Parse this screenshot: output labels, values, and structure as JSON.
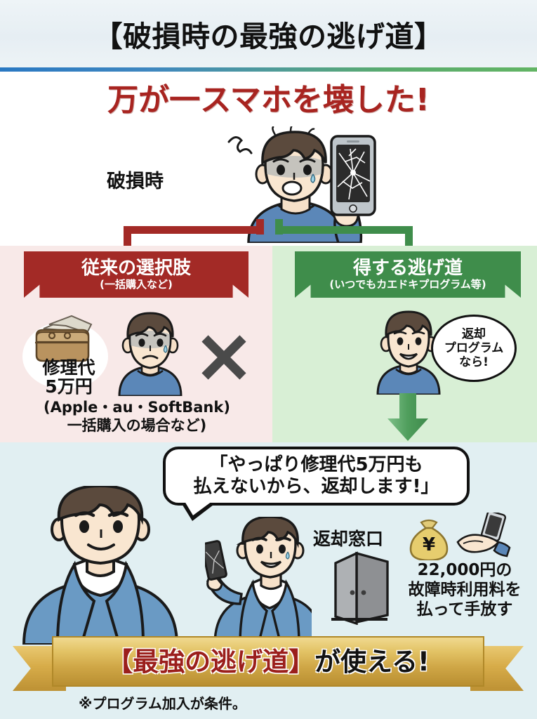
{
  "header": {
    "title": "【破損時の最強の逃げ道】",
    "divider_color_start": "#2a78c2",
    "divider_color_end": "#62b464"
  },
  "headline": {
    "text": "万が一スマホを壊した!",
    "color": "#a82420"
  },
  "top_section": {
    "damage_label": "破損時",
    "character_icon": "worried-person-with-cracked-phone-icon"
  },
  "comparison": {
    "left": {
      "ribbon_title": "従来の選択肢",
      "ribbon_subtitle": "(一括購入など)",
      "ribbon_color": "#a32a26",
      "panel_color": "#f8e9e8",
      "cost_label": "修理代",
      "cost_value": "5万円",
      "wallet_icon": "wallet-with-cash-icon",
      "person_icon": "sad-person-icon",
      "cross_icon": "x-mark-icon",
      "note_line1": "(Apple・au・SoftBank)",
      "note_line2": "一括購入の場合など)"
    },
    "right": {
      "ribbon_title": "得する逃げ道",
      "ribbon_subtitle": "(いつでもカエドキプログラム等)",
      "ribbon_color": "#3f8d4b",
      "panel_color": "#d8efd5",
      "person_icon": "smiling-person-icon",
      "speech_line1": "返却",
      "speech_line2": "プログラム",
      "speech_line3": "なら!",
      "arrow_icon": "green-down-arrow-icon"
    }
  },
  "bottom_section": {
    "background_color": "#e1eff2",
    "speech_line1": "「やっぱり修理代5万円も",
    "speech_line2": "払えないから、返却します!」",
    "big_person_icon": "smiling-man-in-blue-jacket-icon",
    "mid_person_icon": "man-holding-broken-phone-icon",
    "counter_label": "返却窓口",
    "door_icon": "open-door-icon",
    "moneybag_icon": "yen-money-bag-icon",
    "moneybag_symbol": "¥",
    "hand_phone_icon": "hand-holding-phone-icon",
    "fee_line1": "22,000円の",
    "fee_line2": "故障時利用料を",
    "fee_line3": "払って手放す"
  },
  "gold_banner": {
    "highlight_text": "【最強の逃げ道】",
    "highlight_color": "#9b1f1c",
    "rest_text": "が使える!",
    "rest_color": "#121212"
  },
  "footnote": {
    "text": "※プログラム加入が条件。"
  }
}
